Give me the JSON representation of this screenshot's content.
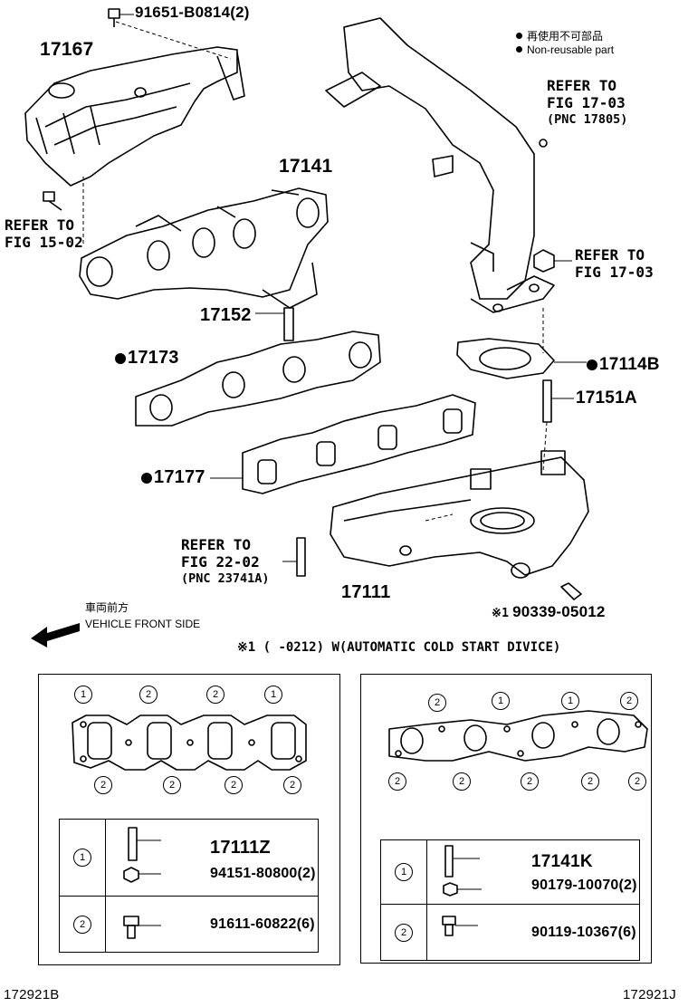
{
  "notes": {
    "legend_jp": "再使用不可部品",
    "legend_en": "Non-reusable part",
    "front_jp": "車両前方",
    "front_en": "VEHICLE FRONT SIDE",
    "footnote": "※1 (    -0212) W(AUTOMATIC COLD START DIVICE)",
    "footnote_mark": "※1"
  },
  "parts": {
    "bolt_top": "91651-B0814(2)",
    "heat_insulator": "17167",
    "manifold_upper": "17141",
    "stud_upper": "17152",
    "gasket_upper": "17173",
    "gasket_pipe": "17114B",
    "stud_pipe": "17151A",
    "gasket_lower": "17177",
    "manifold_lower": "17111",
    "plug": "90339-05012"
  },
  "refs": {
    "fig_15_02": [
      "REFER TO",
      "FIG 15-02"
    ],
    "fig_17_03_top": [
      "REFER TO",
      "FIG 17-03",
      "(PNC 17805)"
    ],
    "fig_17_03_mid": [
      "REFER TO",
      "FIG 17-03"
    ],
    "fig_22_02": [
      "REFER TO",
      "FIG 22-02",
      "(PNC 23741A)"
    ]
  },
  "left_panel": {
    "top_marks": [
      "1",
      "2",
      "2",
      "1"
    ],
    "bottom_marks": [
      "2",
      "2",
      "2",
      "2"
    ],
    "rows": [
      {
        "mark": "1",
        "items": [
          "17111Z",
          "94151-80800(2)"
        ]
      },
      {
        "mark": "2",
        "items": [
          "91611-60822(6)"
        ]
      }
    ]
  },
  "right_panel": {
    "top_marks": [
      "2",
      "1",
      "1",
      "2"
    ],
    "bottom_marks": [
      "2",
      "2",
      "2",
      "2",
      "2"
    ],
    "rows": [
      {
        "mark": "1",
        "items": [
          "17141K",
          "90179-10070(2)"
        ]
      },
      {
        "mark": "2",
        "items": [
          "90119-10367(6)"
        ]
      }
    ]
  },
  "footer": {
    "left_code": "172921B",
    "right_code": "172921J"
  }
}
